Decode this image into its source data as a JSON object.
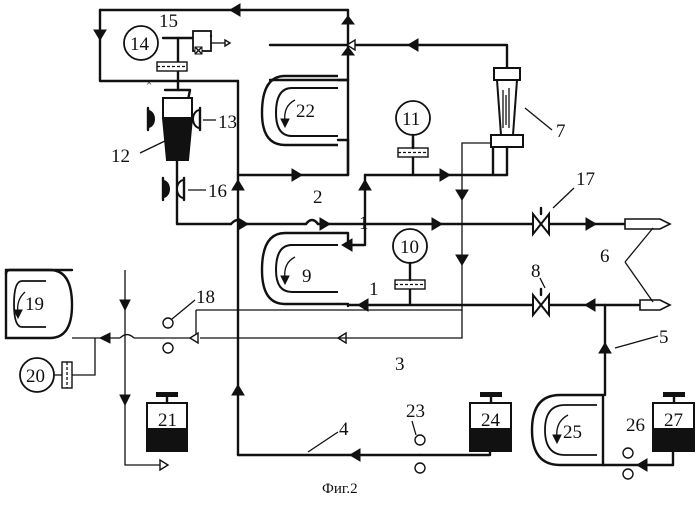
{
  "figure": {
    "caption": "Фиг.2",
    "labels": {
      "n1": "1",
      "n2": "2",
      "n3": "3",
      "n4": "4",
      "n5": "5",
      "n6": "6",
      "n7": "7",
      "n8": "8",
      "n9": "9",
      "n10": "10",
      "n11": "11",
      "n12": "12",
      "n13": "13",
      "n14": "14",
      "n15": "15",
      "n16": "16",
      "n17": "17",
      "n18": "18",
      "n19": "19",
      "n20": "20",
      "n21": "21",
      "n22": "22",
      "n23": "23",
      "n24": "24",
      "n25": "25",
      "n26": "26",
      "n27": "27"
    }
  },
  "colors": {
    "ink": "#111111",
    "paper": "#ffffff"
  }
}
